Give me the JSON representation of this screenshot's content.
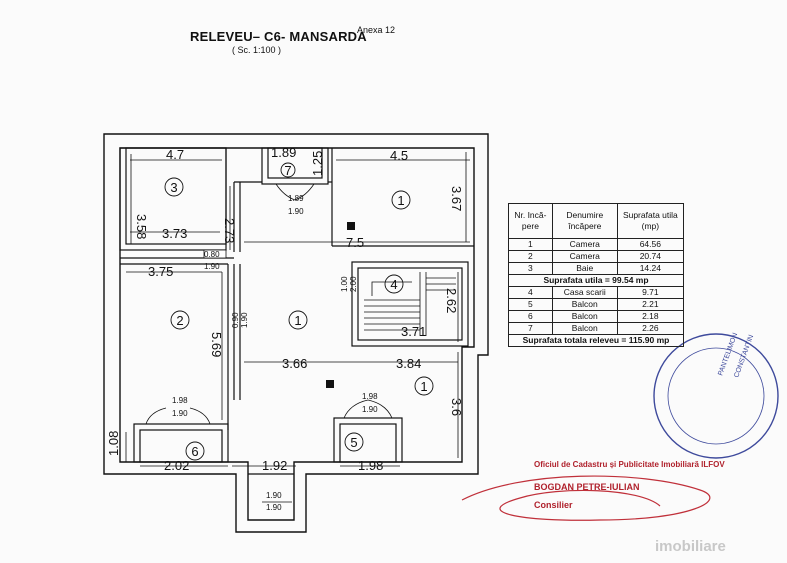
{
  "header": {
    "title": "RELEVEU– C6- MANSARDA",
    "scale": "( Sc. 1:100 )",
    "annex": "Anexa 12"
  },
  "plan": {
    "dims": {
      "d_4_7": "4.7",
      "d_1_89": "1.89",
      "d_1_25": "1.25",
      "d_4_5": "4.5",
      "d_3_58": "3.58",
      "d_3_67": "3.67",
      "d_2_73": "2.73",
      "d_3_73": "3.73",
      "d_7_5": "7.5",
      "d_3_75": "3.75",
      "d_5_69": "5.69",
      "d_2_62": "2.62",
      "d_3_71": "3.71",
      "d_3_66": "3.66",
      "d_3_84": "3.84",
      "d_3_6": "3.6",
      "d_1_08": "1.08",
      "d_2_02": "2.02",
      "d_1_92": "1.92",
      "d_1_98": "1.98"
    },
    "door_labels": {
      "top_a": "1.89",
      "top_b": "1.90",
      "left_a": "0.80",
      "left_b": "1.90",
      "mid_a": "0.90",
      "mid_b": "1.90",
      "stair_a": "1.00",
      "stair_b": "2.00",
      "bal6_a": "1.98",
      "bal6_b": "1.90",
      "bal5_a": "1.98",
      "bal5_b": "1.90",
      "bottom_a": "1.90",
      "bottom_b": "1.90"
    },
    "room_numbers": {
      "r1a": "1",
      "r1b": "1",
      "r1c": "1",
      "r2": "2",
      "r3": "3",
      "r4": "4",
      "r5": "5",
      "r6": "6",
      "r7": "7"
    }
  },
  "area_table": {
    "headers": [
      "Nr. Incă-pere",
      "Denumire încăpere",
      "Suprafata utila (mp)"
    ],
    "rows": [
      {
        "nr": "1",
        "name": "Camera",
        "area": "64.56"
      },
      {
        "nr": "2",
        "name": "Camera",
        "area": "20.74"
      },
      {
        "nr": "3",
        "name": "Baie",
        "area": "14.24"
      }
    ],
    "subtotal": "Suprafata utila = 99.54 mp",
    "rows2": [
      {
        "nr": "4",
        "name": "Casa scarii",
        "area": "9.71"
      },
      {
        "nr": "5",
        "name": "Balcon",
        "area": "2.21"
      },
      {
        "nr": "6",
        "name": "Balcon",
        "area": "2.18"
      },
      {
        "nr": "7",
        "name": "Balcon",
        "area": "2.26"
      }
    ],
    "total": "Suprafata totala releveu = 115.90 mp"
  },
  "stamp": {
    "office": "Oficiul de Cadastru și Publicitate Imobiliară ILFOV",
    "person": "BOGDAN PETRE-IULIAN",
    "role": "Consilier",
    "seal_name_a": "PANTELIMON",
    "seal_name_b": "CONSTANTIN"
  },
  "watermark": "imobiliare",
  "colors": {
    "ink": "#111111",
    "stamp_red": "#b0222d",
    "seal_blue": "#3e4a9c",
    "signature": "#c0303a"
  }
}
